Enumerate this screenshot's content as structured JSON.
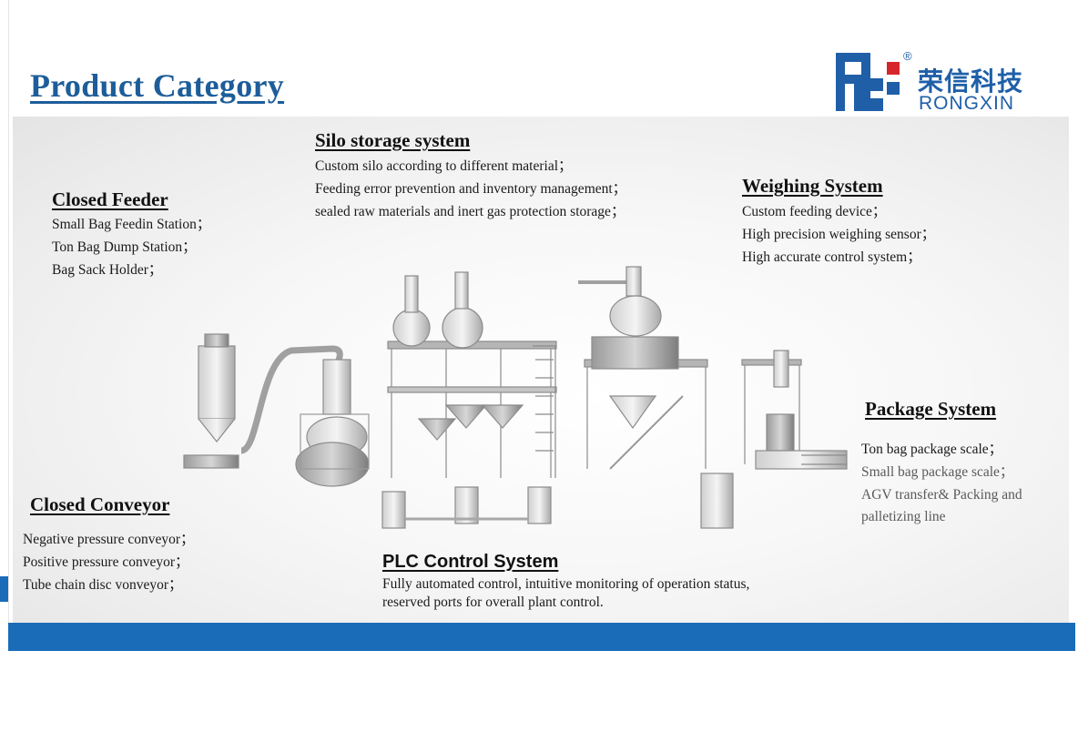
{
  "header": {
    "title": "Product Category",
    "logo": {
      "chinese": "荣信科技",
      "english": "RONGXIN",
      "registered": "®"
    }
  },
  "sections": {
    "closed_feeder": {
      "title": "Closed Feeder",
      "items": [
        "Small Bag Feedin Station；",
        "Ton Bag Dump Station；",
        "Bag Sack Holder；"
      ]
    },
    "silo_storage": {
      "title": "Silo storage system",
      "items": [
        "Custom silo according to different material；",
        "Feeding error prevention and inventory management；",
        "sealed raw materials and inert gas protection storage；"
      ]
    },
    "weighing": {
      "title": "Weighing System",
      "items": [
        "Custom feeding device；",
        "High precision weighing sensor；",
        "High accurate control system；"
      ]
    },
    "package": {
      "title": "Package System",
      "items": [
        "Ton bag package scale；",
        "Small bag package scale；",
        "AGV transfer& Packing and",
        "palletizing line"
      ]
    },
    "closed_conveyor": {
      "title": "Closed Conveyor",
      "items": [
        "Negative pressure conveyor；",
        "Positive pressure conveyor；",
        "Tube chain disc vonveyor；"
      ]
    },
    "plc": {
      "title": "PLC Control System",
      "lines": [
        "Fully automated control, intuitive monitoring of operation status,",
        "reserved ports for overall plant control."
      ]
    }
  },
  "colors": {
    "brand_blue": "#1a6cb8",
    "title_blue": "#1d5d99",
    "logo_red": "#d7262b"
  }
}
